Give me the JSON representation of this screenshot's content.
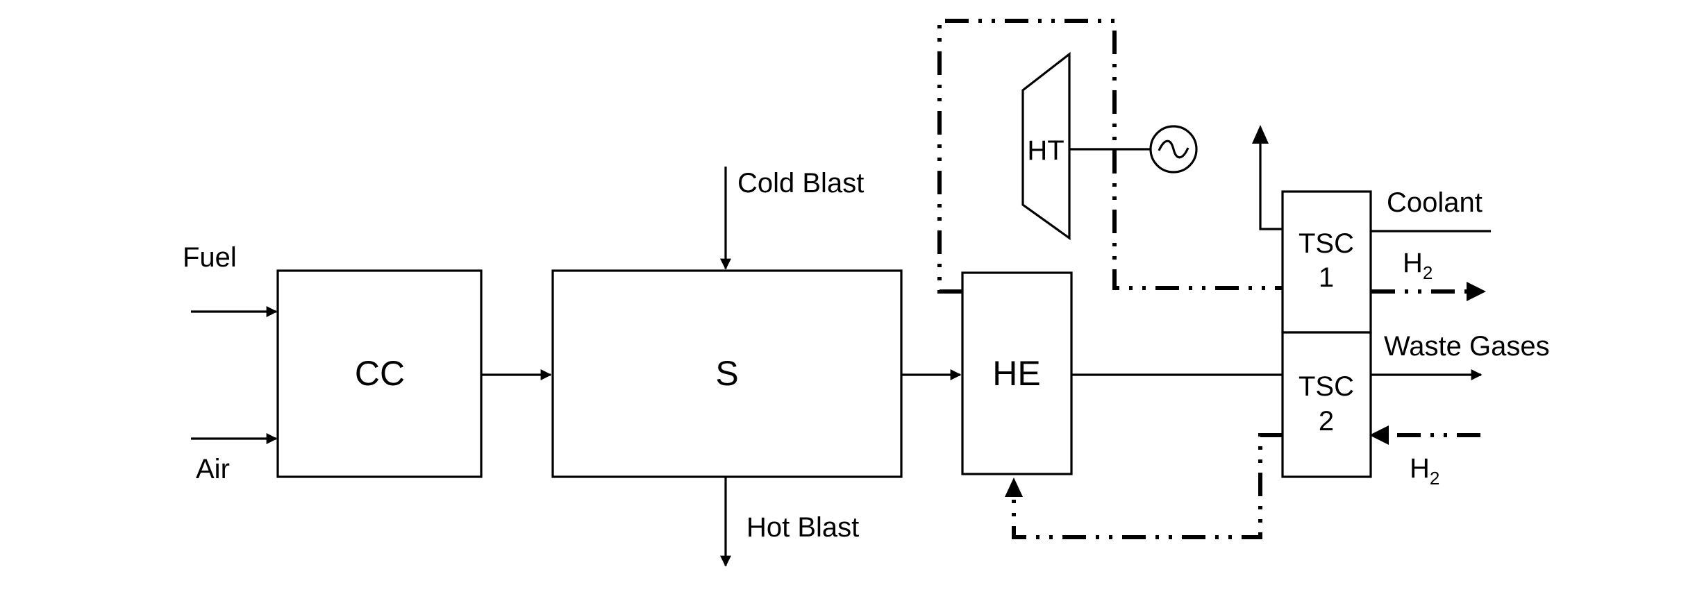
{
  "blocks": {
    "cc": "CC",
    "s": "S",
    "he": "HE",
    "ht": "HT",
    "tsc1_line1": "TSC",
    "tsc1_line2": "1",
    "tsc2_line1": "TSC",
    "tsc2_line2": "2"
  },
  "streams": {
    "fuel": "Fuel",
    "air": "Air",
    "cold_blast": "Cold Blast",
    "hot_blast": "Hot Blast",
    "coolant": "Coolant",
    "waste_gases": "Waste Gases",
    "h2_out_base": "H",
    "h2_out_sub": "2",
    "h2_in_base": "H",
    "h2_in_sub": "2"
  },
  "symbols": {
    "generator": "generator-icon"
  }
}
